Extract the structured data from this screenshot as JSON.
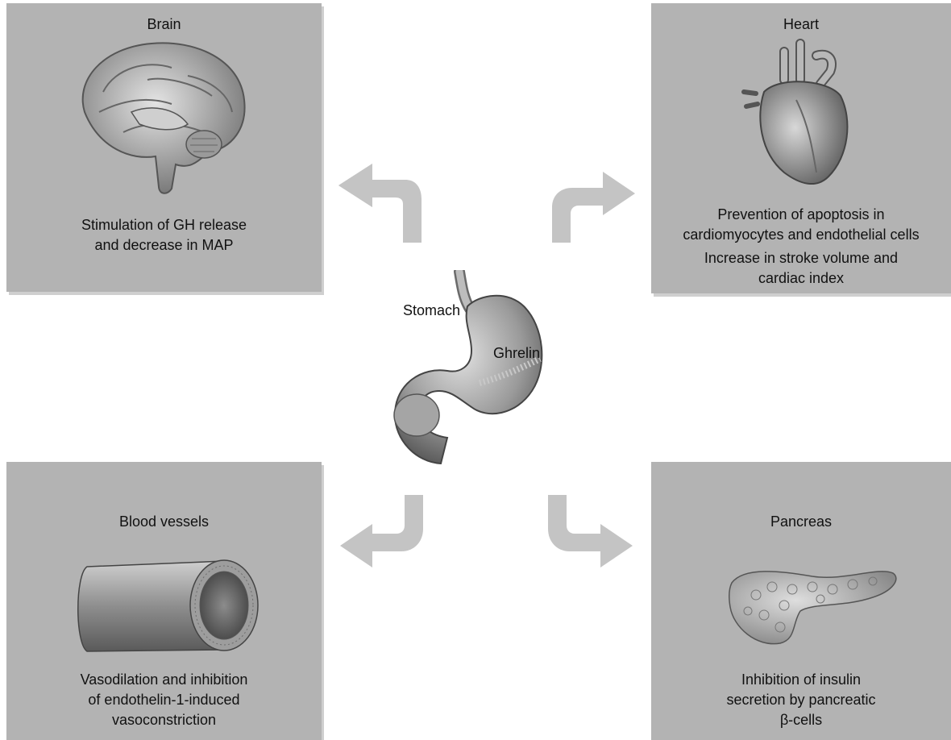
{
  "stomach": {
    "label": "Stomach",
    "hormone": "Ghrelin"
  },
  "panels": {
    "brain": {
      "title": "Brain",
      "lines": [
        "Stimulation of GH release",
        "and decrease in MAP"
      ]
    },
    "heart": {
      "title": "Heart",
      "lines": [
        "Prevention of apoptosis in",
        "cardiomyocytes and endothelial cells",
        "Increase in stroke volume and",
        "cardiac index"
      ]
    },
    "vessels": {
      "title": "Blood vessels",
      "lines": [
        "Vasodilation and inhibition",
        "of endothelin-1-induced",
        "vasoconstriction"
      ]
    },
    "pancreas": {
      "title": "Pancreas",
      "lines": [
        "Inhibition of insulin",
        "secretion by pancreatic",
        "β-cells"
      ]
    }
  },
  "colors": {
    "panel": "#b3b3b3",
    "arrow": "#c4c4c4",
    "organ": "#8a8a8a"
  }
}
